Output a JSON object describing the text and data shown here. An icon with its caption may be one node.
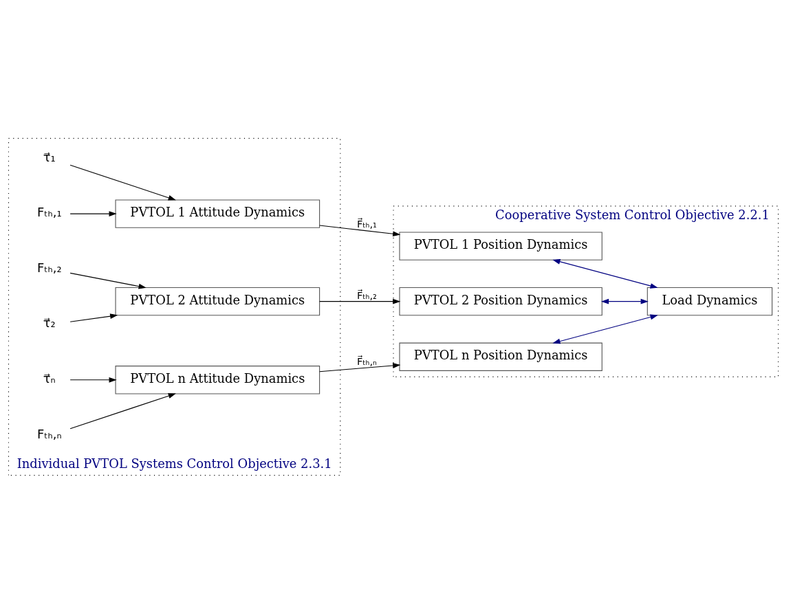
{
  "diagram": {
    "nodes": [
      {
        "text": [
          "Individual PVTOL Systems Control Objective 2.3.1"
        ]
      },
      {
        "text": [
          "Cooperative System Control Objective 2.2.1"
        ]
      },
      {
        "text": [
          "PVTOL 1 Attitude Dynamics"
        ],
        "in": 0
      },
      {
        "text": [
          "PVTOL 2 Attitude Dynamics"
        ],
        "in": 0
      },
      {
        "text": [
          "PVTOL n Attitude Dynamics"
        ],
        "in": 0
      },
      {
        "text": [
          "PVTOL 1 Position Dynamics"
        ],
        "in": 1
      },
      {
        "text": [
          "PVTOL 2 Position Dynamics"
        ],
        "in": 1
      },
      {
        "text": [
          "PVTOL n Position Dynamics"
        ],
        "in": 1
      },
      {
        "text": [
          "Load Dynamics"
        ],
        "in": 1
      },
      {
        "text": [
          "τ⃗₁"
        ],
        "in": 0
      },
      {
        "text": [
          "τ⃗₂"
        ],
        "in": 0
      },
      {
        "text": [
          "τ⃗ₙ"
        ],
        "in": 0
      },
      {
        "text": [
          "Fₜₕ,₁"
        ],
        "in": 0
      },
      {
        "text": [
          "Fₜₕ,₂"
        ],
        "in": 0
      },
      {
        "text": [
          "Fₜₕ,ₙ"
        ],
        "in": 0
      }
    ],
    "edges": [
      {
        "from": 9,
        "to": 2,
        "arrow": "to"
      },
      {
        "from": 10,
        "to": 3,
        "arrow": "to"
      },
      {
        "from": 11,
        "to": 4,
        "arrow": "to"
      },
      {
        "from": 12,
        "to": 2,
        "arrow": "to"
      },
      {
        "from": 13,
        "to": 3,
        "arrow": "to"
      },
      {
        "from": 14,
        "to": 4,
        "arrow": "to"
      },
      {
        "from": 2,
        "to": 5,
        "arrow": "to",
        "label": "F⃗ₜₕ,₁"
      },
      {
        "from": 3,
        "to": 6,
        "arrow": "to",
        "label": "F⃗ₜₕ,₂"
      },
      {
        "from": 4,
        "to": 7,
        "arrow": "to",
        "label": "F⃗ₜₕ,ₙ"
      },
      {
        "from": 5,
        "to": 8,
        "arrow": "both",
        "color": "#000080"
      },
      {
        "from": 6,
        "to": 8,
        "arrow": "both",
        "color": "#000080"
      },
      {
        "from": 7,
        "to": 8,
        "arrow": "both",
        "color": "#000080"
      }
    ]
  }
}
